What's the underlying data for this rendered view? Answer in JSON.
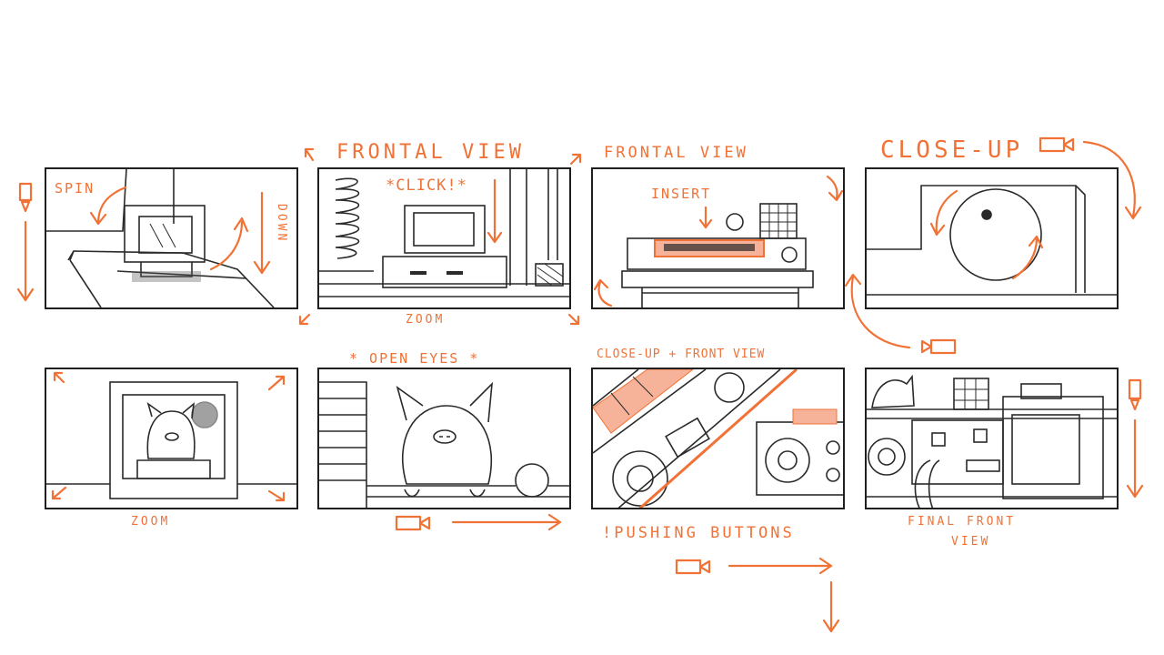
{
  "colors": {
    "accent": "#f07236",
    "ink": "#2a2a2a",
    "paper": "#ffffff",
    "tint": "#f6b39a"
  },
  "labels": {
    "spin": "SPIN",
    "down": "DOWN",
    "frontal_view_1": "FRONTAL VIEW",
    "click": "*CLICK!*",
    "zoom_1": "ZOOM",
    "frontal_view_2": "FRONTAL VIEW",
    "insert": "INSERT",
    "close_up": "CLOSE-UP",
    "zoom_2": "ZOOM",
    "open_eyes": "* OPEN EYES *",
    "close_up_front": "CLOSE-UP + FRONT VIEW",
    "pushing_buttons": "!PUSHING BUTTONS",
    "final_front_view_line1": "FINAL FRONT",
    "final_front_view_line2": "VIEW"
  },
  "panels": [
    {
      "id": "1",
      "scene": "console-spin"
    },
    {
      "id": "2",
      "scene": "console-frontal-click"
    },
    {
      "id": "3",
      "scene": "cartridge-insert"
    },
    {
      "id": "4",
      "scene": "dial-close-up"
    },
    {
      "id": "5",
      "scene": "creature-on-screen"
    },
    {
      "id": "6",
      "scene": "creature-open-eyes"
    },
    {
      "id": "7",
      "scene": "buttons-close-up"
    },
    {
      "id": "8",
      "scene": "final-front-view"
    }
  ],
  "icons": [
    "camera-icon",
    "arrow-icon",
    "rotate-arrow-icon"
  ]
}
